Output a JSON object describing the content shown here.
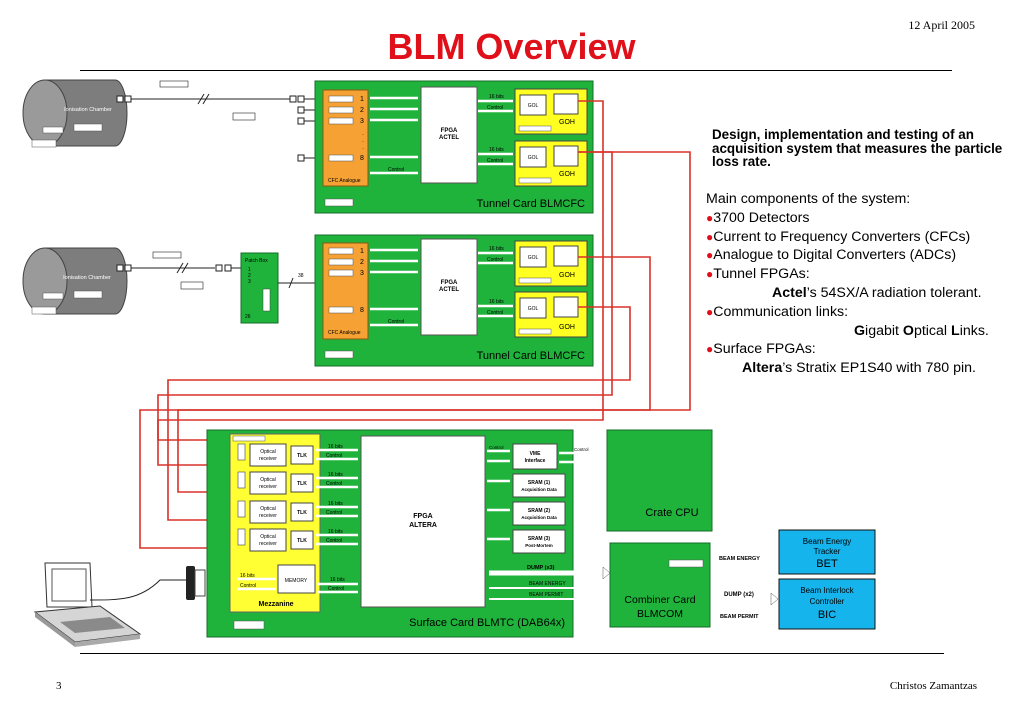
{
  "title": "BLM Overview",
  "date": "12 April 2005",
  "page_number": "3",
  "author": "Christos Zamantzas",
  "design_text": "Design, implementation and testing of an acquisition system that measures the particle loss rate.",
  "components": {
    "heading": "Main components of the system:",
    "items": [
      {
        "bullet": "●",
        "text": "3700 Detectors"
      },
      {
        "bullet": "●",
        "text": "Current to Frequency Converters (CFCs)"
      },
      {
        "bullet": "●",
        "text": "Analogue to Digital Converters (ADCs)"
      },
      {
        "bullet": "●",
        "text": "Tunnel FPGAs:"
      },
      {
        "bold": "Actel",
        "text": "’s 54SX/A radiation tolerant."
      },
      {
        "bullet": "●",
        "text": "Communication links:"
      },
      {
        "g": "G",
        "g_rest": "igabit ",
        "o": "O",
        "o_rest": "ptical ",
        "l": "L",
        "l_rest": "inks."
      },
      {
        "bullet": "●",
        "text": "Surface FPGAs:"
      },
      {
        "bold": "Altera",
        "text": "’s Stratix EP1S40 with 780 pin."
      }
    ]
  },
  "diagram": {
    "ionisation_chamber": "Ionisation Chamber",
    "patch_box": "Patch Box",
    "patch_box_numbers": [
      "1",
      "2",
      "3",
      "26"
    ],
    "patch_link_count": "38",
    "cfc_analogue": "CFC Analogue",
    "cfc_channels": [
      "1",
      "2",
      "3",
      "8"
    ],
    "fpga_actel": [
      "FPGA",
      "ACTEL"
    ],
    "bits16": "16 bits",
    "control": "Control",
    "gol": "GOL",
    "goh": "GOH",
    "tunnel_card": "Tunnel Card BLMCFC",
    "optical_receiver": [
      "Optical",
      "receiver"
    ],
    "tlk": "TLK",
    "memory": "MEMORY",
    "mezzanine": "Mezzanine",
    "fpga_altera": [
      "FPGA",
      "ALTERA"
    ],
    "vme_interface": [
      "VME",
      "Interface"
    ],
    "sram_blocks": [
      [
        "SRAM (1)",
        "Acquisition Data"
      ],
      [
        "SRAM (2)",
        "Acquisition Data"
      ],
      [
        "SRAM (3)",
        "Post-Mortem"
      ]
    ],
    "surface_card": "Surface Card BLMTC (DAB64x)",
    "crate_cpu": "Crate CPU",
    "dump_x3": "DUMP (x3)",
    "beam_energy": "BEAM ENERGY",
    "beam_permit": "BEAM PERMIT",
    "combiner_card": [
      "Combiner  Card",
      "BLMCOM"
    ],
    "dump_x2": "DUMP (x2)",
    "bet_box": [
      "Beam Energy",
      "Tracker",
      "BET"
    ],
    "bic_box": [
      "Beam Interlock",
      "Controller",
      "BIC"
    ],
    "colors": {
      "title_red": "#e0101a",
      "card_green": "#1fb33c",
      "cfc_orange": "#f5a134",
      "gol_yellow": "#ffff22",
      "receiver_yellow": "#ffff33",
      "link_red": "#d8322a",
      "bet_cyan": "#16b4ec"
    }
  }
}
